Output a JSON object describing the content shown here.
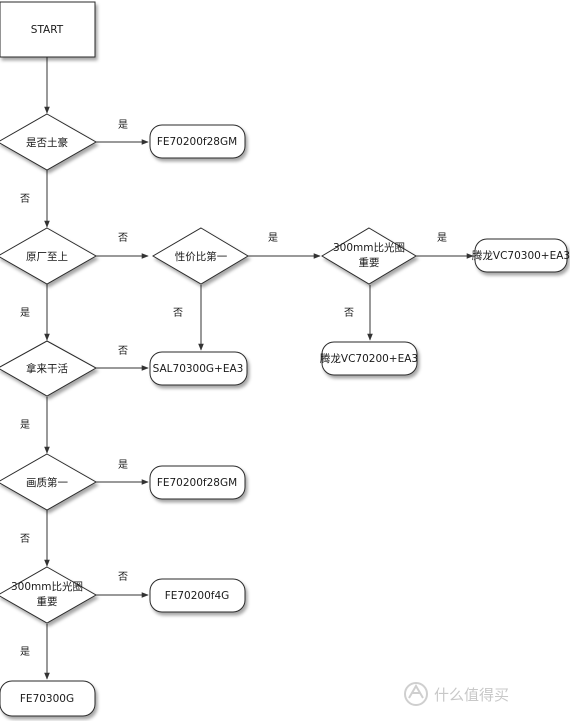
{
  "nodes": {
    "start": "START",
    "q1": "是否土豪",
    "r1": "FE70200f28GM",
    "q2": "原厂至上",
    "q3": "性价比第一",
    "q4_line1": "300mm比光圈",
    "q4_line2": "重要",
    "r_tamron_ea3": "腾龙VC70300+EA3",
    "r_tamron_vc200": "腾龙VC70200+EA3",
    "q5": "拿来干活",
    "r_sal": "SAL70300G+EA3",
    "q6": "画质第一",
    "r6": "FE70200f28GM",
    "q7_line1": "300mm比光圈",
    "q7_line2": "重要",
    "r7": "FE70200f4G",
    "r8": "FE70300G"
  },
  "edge_labels": {
    "q1_r1": "是",
    "q1_q2": "否",
    "q2_q3": "否",
    "q3_q4": "是",
    "q4_r": "是",
    "q4_down": "否",
    "q3_down": "否",
    "q2_q5": "是",
    "q5_r": "否",
    "q5_q6": "是",
    "q6_r": "是",
    "q6_q7": "否",
    "q7_r": "否",
    "q7_r8": "是"
  },
  "watermark": {
    "text": "什么值得买",
    "icon": "zhide-logo-icon"
  }
}
